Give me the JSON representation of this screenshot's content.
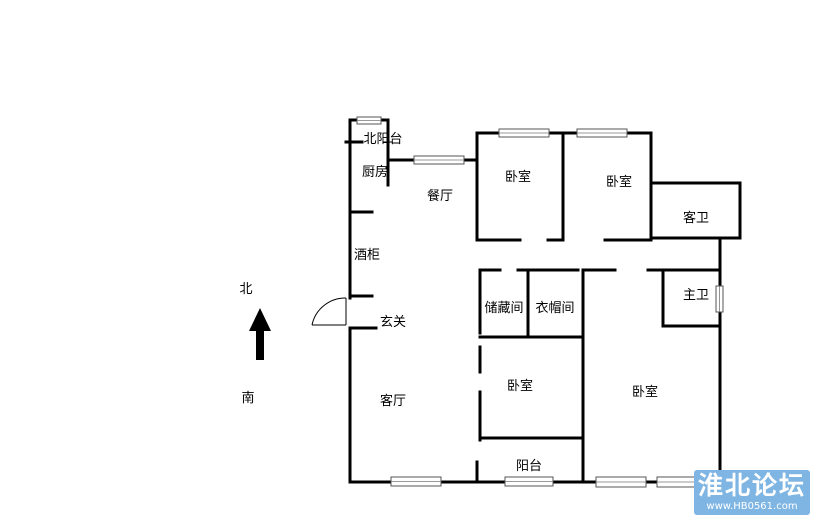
{
  "rooms": {
    "north_balcony": "北阳台",
    "kitchen": "厨房",
    "dining": "餐厅",
    "bedroom_1": "卧室",
    "bedroom_2": "卧室",
    "guest_bath": "客卫",
    "wine_cabinet": "酒柜",
    "storage": "储藏间",
    "closet": "衣帽间",
    "master_bath": "主卫",
    "foyer": "玄关",
    "living": "客厅",
    "bedroom_3": "卧室",
    "bedroom_4": "卧室",
    "balcony": "阳台"
  },
  "compass": {
    "north": "北",
    "south": "南"
  },
  "watermark": {
    "title": "淮北论坛",
    "url": "www.HB0561.com"
  },
  "colors": {
    "wall": "#000000",
    "watermark": "#7fb5e3"
  }
}
